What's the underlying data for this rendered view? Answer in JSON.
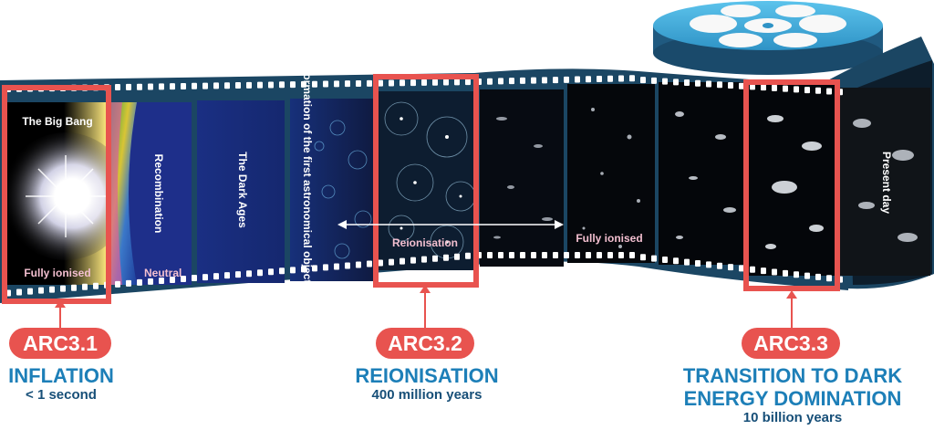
{
  "frames": {
    "big_bang": "The Big Bang",
    "fully_ionised_left": "Fully ionised",
    "recombination": "Recombination",
    "neutral": "Neutral",
    "dark_ages": "The Dark Ages",
    "first_objects": "Formation of the first astronomical objects",
    "reionisation": "Reionisation",
    "fully_ionised_right": "Fully ionised",
    "present_day": "Present day"
  },
  "milestones": [
    {
      "badge": "ARC3.1",
      "title_lines": [
        "INFLATION"
      ],
      "subtitle": "< 1 second"
    },
    {
      "badge": "ARC3.2",
      "title_lines": [
        "REIONISATION"
      ],
      "subtitle": "400 million years"
    },
    {
      "badge": "ARC3.3",
      "title_lines": [
        "TRANSITION TO DARK",
        "ENERGY DOMINATION"
      ],
      "subtitle": "10 billion years"
    }
  ],
  "colors": {
    "film_dark": "#1b4663",
    "film_perforation": "#ffffff",
    "highlight": "#e8534f",
    "reel": "#3aa6d8",
    "caption_blue": "#1d7fb8"
  }
}
